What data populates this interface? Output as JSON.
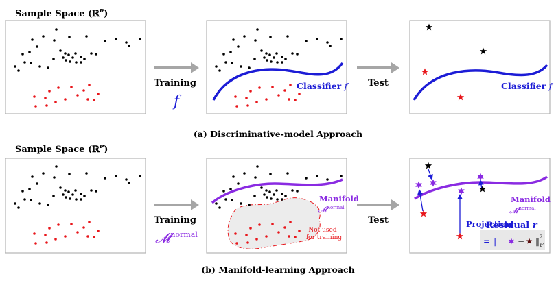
{
  "row_a": {
    "sample_space_label": "Sample Space (ℝ",
    "sample_space_sup": "ν",
    "sample_space_close": ")",
    "training_label": "Training",
    "training_symbol": "f",
    "classifier_label": "Classifier ",
    "classifier_symbol": "f",
    "test_label": "Test",
    "test_classifier_label": "Classifier ",
    "test_classifier_symbol": "f",
    "caption": "(a) Discriminative-model Approach"
  },
  "row_b": {
    "sample_space_label": "Sample Space (ℝ",
    "sample_space_sup": "ν",
    "sample_space_close": ")",
    "training_label": "Training",
    "training_symbol": "𝓜",
    "training_symbol_sup": "normal",
    "manifold_label": "Manifold",
    "manifold_symbol": "𝓜",
    "manifold_symbol_sup": "normal",
    "not_used_line1": "Not used",
    "not_used_line2": "for training",
    "test_label": "Test",
    "test_manifold_label": "Manifold",
    "test_manifold_symbol": "𝓜",
    "test_manifold_symbol_sup": "normal",
    "projection_label": "Projection",
    "residual_label": "Residual ",
    "residual_symbol": "r",
    "residual_formula_start": "= ‖",
    "residual_formula_minus": "−",
    "residual_formula_end": "‖",
    "residual_formula_sup": "2",
    "residual_formula_sub": "ℓ²",
    "caption": "(b) Manifold-learning Approach"
  },
  "colors": {
    "normal": "#000000",
    "anomaly": "#e8161b",
    "classifier": "#1c1cd6",
    "manifold": "#8a2be2",
    "arrow": "#a6a6a6",
    "projected": "#8a2be2"
  }
}
